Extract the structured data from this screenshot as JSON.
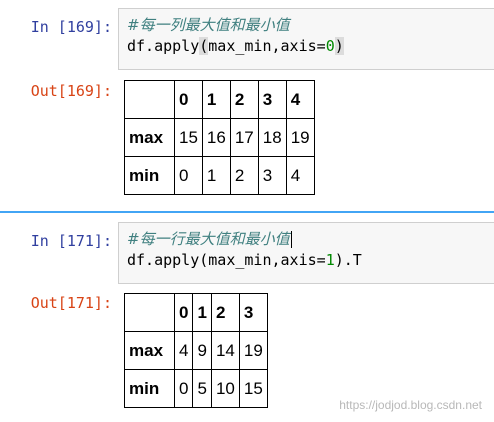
{
  "cell1": {
    "in_prompt": "In [169]:",
    "comment": "#每一列最大值和最小值",
    "code": {
      "prefix": "df.apply",
      "paren": "(",
      "middle": "max_min,axis=",
      "arg": "0",
      "close": ")"
    },
    "out_prompt": "Out[169]:",
    "table": {
      "columns": [
        "0",
        "1",
        "2",
        "3",
        "4"
      ],
      "rows": [
        {
          "index": "max",
          "values": [
            "15",
            "16",
            "17",
            "18",
            "19"
          ]
        },
        {
          "index": "min",
          "values": [
            "0",
            "1",
            "2",
            "3",
            "4"
          ]
        }
      ]
    }
  },
  "cell2": {
    "in_prompt": "In [171]:",
    "comment": "#每一行最大值和最小值",
    "code": {
      "prefix": "df.apply(max_min,axis=",
      "arg": "1",
      "suffix": ").T"
    },
    "out_prompt": "Out[171]:",
    "table": {
      "columns": [
        "0",
        "1",
        "2",
        "3"
      ],
      "rows": [
        {
          "index": "max",
          "values": [
            "4",
            "9",
            "14",
            "19"
          ]
        },
        {
          "index": "min",
          "values": [
            "0",
            "5",
            "10",
            "15"
          ]
        }
      ]
    }
  },
  "watermark": "https://jodjod.blog.csdn.net",
  "colors": {
    "in_prompt": "#303f9f",
    "out_prompt": "#d84315",
    "comment": "#408080",
    "number": "#008800",
    "selected_bar": "#42a5f5"
  }
}
